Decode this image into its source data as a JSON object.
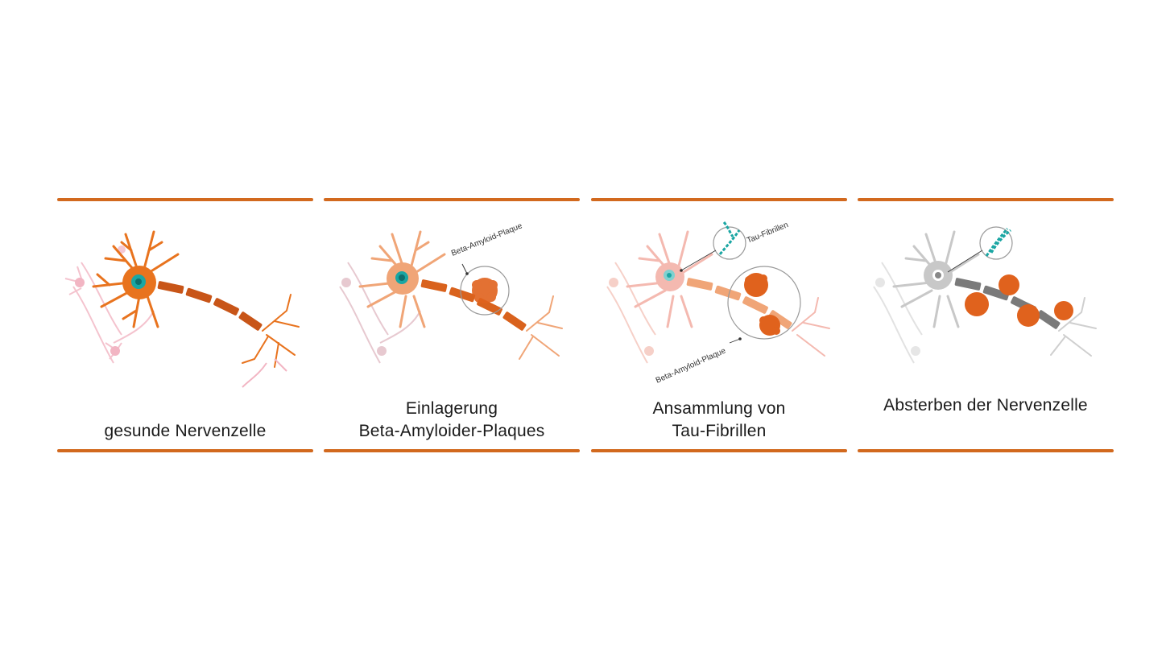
{
  "colors": {
    "accent_bar": "#d2691e",
    "neuron_healthy": "#e8731e",
    "axon_dark": "#c85518",
    "neuron_faded": "#f0a577",
    "neuron_pink": "#f2b5c3",
    "nucleus": "#1aa6a3",
    "plaque": "#e0621d",
    "dead_gray": "#a8a8a8",
    "tau": "#1aa6a3"
  },
  "panels": [
    {
      "caption_lines": [
        "gesunde Nervenzelle"
      ],
      "annotations": {}
    },
    {
      "caption_lines": [
        "Einlagerung",
        "Beta-Amyloider-Plaques"
      ],
      "annotations": {
        "plaque_label": "Beta-Amyloid-Plaque"
      }
    },
    {
      "caption_lines": [
        "Ansammlung von",
        "Tau-Fibrillen"
      ],
      "annotations": {
        "tau_label": "Tau-Fibrillen",
        "plaque_label": "Beta-Amyloid-Plaque"
      }
    },
    {
      "caption_lines": [
        "Absterben der Nervenzelle"
      ],
      "annotations": {}
    }
  ]
}
